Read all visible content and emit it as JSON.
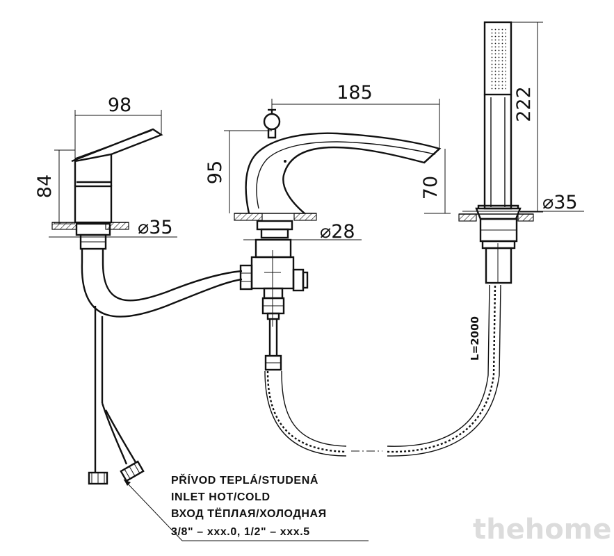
{
  "dimensions": {
    "mixer_width": "98",
    "mixer_height": "84",
    "mixer_diameter": "⌀35",
    "spout_length": "185",
    "spout_height": "95",
    "spout_outlet_height": "70",
    "spout_diameter": "⌀28",
    "shower_length": "222",
    "shower_diameter": "⌀35",
    "hose_length": "L=2000"
  },
  "note": {
    "line1": "PŘÍVOD TEPLÁ/STUDENÁ",
    "line2": "INLET HOT/COLD",
    "line3": "ВХОД ТЁПЛАЯ/ХОЛОДНАЯ",
    "line4": "3/8\"  –  xxx.0,  1/2\"  –  xxx.5"
  },
  "watermark": "thehome"
}
